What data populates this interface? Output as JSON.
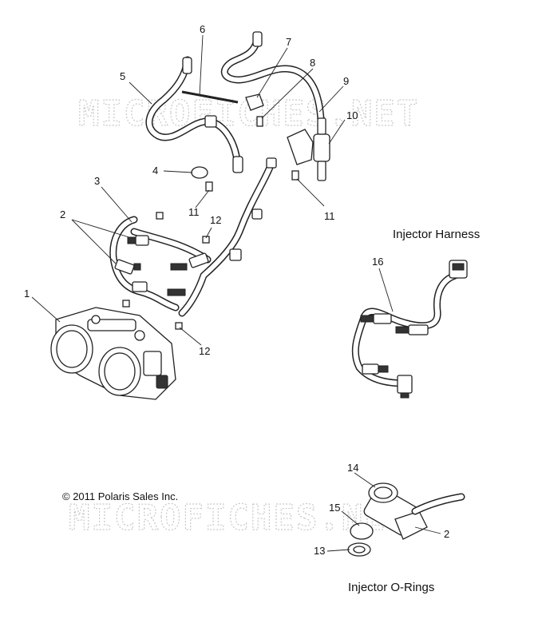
{
  "watermark": "MICROFICHES.NET",
  "copyright": "© 2011 Polaris Sales Inc.",
  "captions": {
    "injector_harness": "Injector Harness",
    "injector_orings": "Injector O-Rings"
  },
  "callouts": {
    "c1": "1",
    "c2a": "2",
    "c2b": "2",
    "c3": "3",
    "c4": "4",
    "c5": "5",
    "c6": "6",
    "c7": "7",
    "c8": "8",
    "c9": "9",
    "c10": "10",
    "c11a": "11",
    "c11b": "11",
    "c12a": "12",
    "c12b": "12",
    "c13": "13",
    "c14": "14",
    "c15": "15",
    "c16": "16"
  }
}
